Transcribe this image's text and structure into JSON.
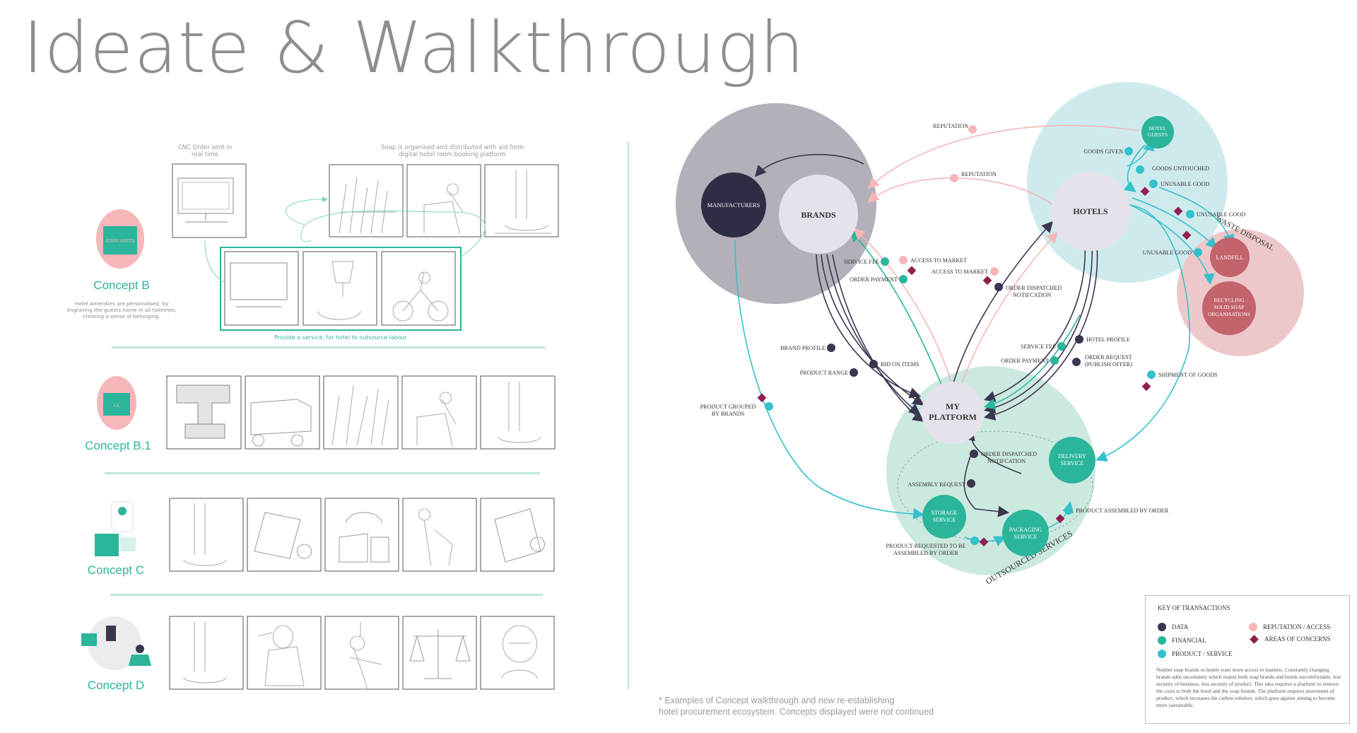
{
  "page": {
    "title": "Ideate & Walkthrough",
    "footnote_line1": "* Examples of Concept walkthrough and new re-establishing",
    "footnote_line2": "hotel procurement ecosystem. Concepts displayed were not continued"
  },
  "concepts": {
    "b": {
      "label": "Concept B",
      "avatar_name": "JOHN SMITH",
      "caption_lines": [
        "Hotel Amenities are personalised, by",
        "engraving the guests name in all toiletries,",
        "creating a sense of belonging."
      ],
      "cnc_note_lines": [
        "CNC Order sent in",
        "real time"
      ],
      "soap_note_lines": [
        "Soap is organised and distributed with aid from",
        "digital hotel room booking platform"
      ],
      "service_note": "Provide a service, for hotel to outsource labour"
    },
    "b1": {
      "label": "Concept B.1",
      "avatar_initials": "J.S."
    },
    "c": {
      "label": "Concept C"
    },
    "d": {
      "label": "Concept D"
    }
  },
  "diagram": {
    "nodes": {
      "manufacturers": "MANUFACTURERS",
      "brands": "BRANDS",
      "hotels": "HOTELS",
      "hotel_guests": [
        "HOTEL",
        "GUESTS"
      ],
      "platform": [
        "MY",
        "PLATFORM"
      ],
      "landfill": "LANDFILL",
      "recycling": [
        "RECYCLING",
        "SOLID SOAP",
        "ORGANISATIONS"
      ],
      "storage": [
        "STORAGE",
        "SERVICE"
      ],
      "packaging": [
        "PACKAGING",
        "SERVICE"
      ],
      "delivery": [
        "DELIVERY",
        "SERVICE"
      ]
    },
    "regions": {
      "waste": "WASTE DISPOSAL",
      "outsourced": "OUTSOURCED SERVICES"
    },
    "labels": {
      "reputation_top": "REPUTATION",
      "reputation_mid": "REPUTATION",
      "goods_given": "GOODS GIVEN",
      "goods_untouched": "GOODS UNTOUCHED",
      "unusable_good_1": "UNUSABLE GOOD",
      "unusable_good_2": "UNUSABLE GOOD",
      "unusable_good_3": "UNUSABLE GOOD",
      "service_fee_1": "SERVICE FEE",
      "order_payment_1": "ORDER PAYMENT",
      "access_market_1": "ACCESS TO MARKET",
      "access_market_2": "ACCESS TO MARKET",
      "order_dispatched_1": [
        "ORDER DISPATCHED",
        "NOTIFCATION"
      ],
      "brand_profile": "BRAND PROFILE",
      "product_range": "PRODUCT RANGE",
      "bid_on_items": "BID ON ITEMS",
      "service_fee_2": "SERVICE FEE",
      "order_payment_2": "ORDER PAYMENT",
      "hotel_profile": "HOTEL PROFILE",
      "order_request": [
        "ORDER REQUEST",
        "(PUBLISH OFFER)"
      ],
      "shipment_goods": "SHIPMENT OF GOODS",
      "product_grouped": [
        "PRODUCT GROUPED",
        "BY BRANDS"
      ],
      "order_dispatched_2": [
        "ORDER DISPATCHED",
        "NOTIFCATION"
      ],
      "assembly_request": "ASSEMBLY REQUEST",
      "product_assembled": "PRODUCT ASSEMBLED BY ORDER",
      "product_requested": [
        "PRODUCT REQUESTED TO BE",
        "ASSEMBLED BY ORDER"
      ]
    },
    "colors": {
      "data": "#3a3650",
      "financial": "#2bb59b",
      "product": "#33c1cc",
      "reputation": "#f6b6b8",
      "concerns": "#8e2050"
    }
  },
  "legend": {
    "title": "KEY OF TRANSACTIONS",
    "data": "DATA",
    "financial": "FINANCIAL",
    "product": "PRODUCT / SERVICE",
    "reputation": "REPUTATION / ACCESS",
    "concerns": "AREAS OF CONCERNS",
    "note": "Neither soap brands or hotels want more access to markets. Constantly changing brands adds uncertainty which makes both soap brands and hotels uncomfortable, less security of business, less security of product. This idea requires a platform to remove the costs to both the hotel and the soap brands. The platform requires movement of product, which increases the carbon solution, which goes against aiming to become more sustainable."
  }
}
